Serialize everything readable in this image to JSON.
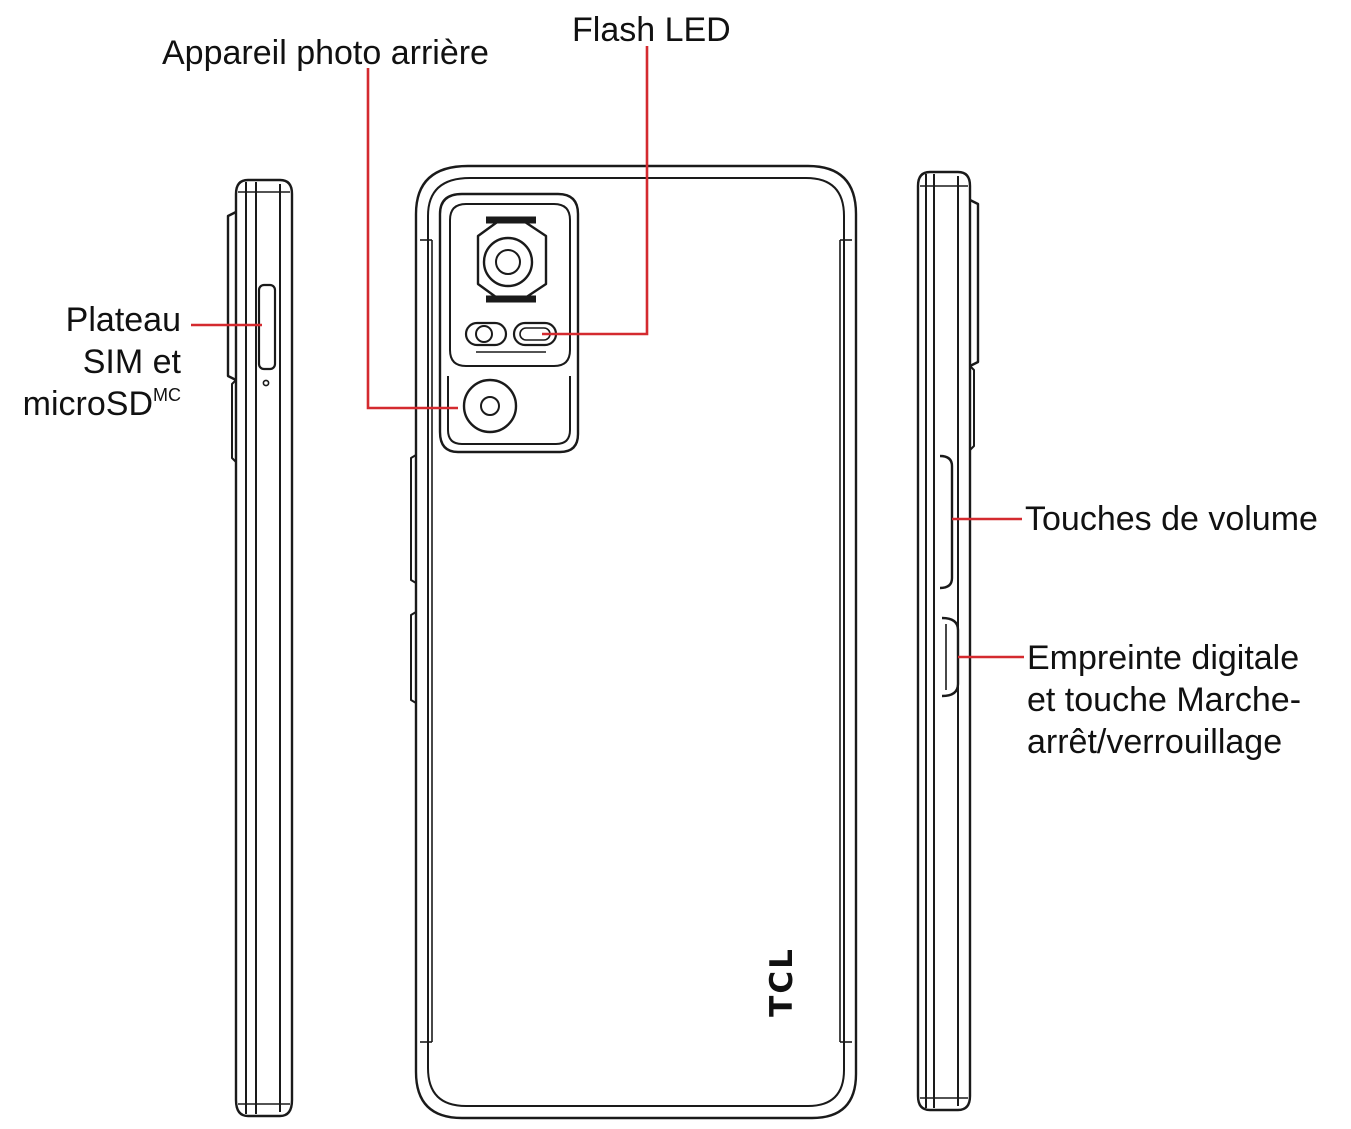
{
  "labels": {
    "rear_camera": "Appareil photo arrière",
    "flash": "Flash LED",
    "sim_tray_line1": "Plateau",
    "sim_tray_line2": "SIM et",
    "sim_tray_line3": "microSD",
    "sim_tray_superscript": "MC",
    "volume_keys": "Touches de volume",
    "power_line1": "Empreinte digitale",
    "power_line2": "et touche Marche-",
    "power_line3": "arrêt/verrouillage"
  },
  "brand": "TCL",
  "colors": {
    "callout_line": "#d42a2f",
    "outline": "#1a1a1a",
    "background": "#ffffff"
  }
}
